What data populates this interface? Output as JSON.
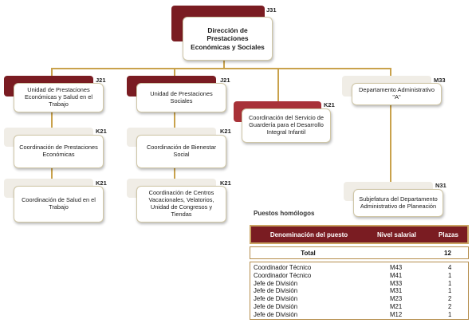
{
  "colors": {
    "tab": "#7a1c22",
    "tab_accent": "#a83238",
    "connector": "#c9a24c"
  },
  "nodes": {
    "direccion": {
      "label": "Dirección de Prestaciones Económicas y Sociales",
      "code": "J31"
    },
    "unidad_salud": {
      "label": "Unidad de Prestaciones Económicas y Salud en el Trabajo",
      "code": "J21"
    },
    "unidad_sociales": {
      "label": "Unidad de Prestaciones Sociales",
      "code": "J21"
    },
    "coord_guarderia": {
      "label": "Coordinación del Servicio de Guardería para el Desarrollo Integral Infantil",
      "code": "K21"
    },
    "depto_admin": {
      "label": "Departamento Administrativo \"A\"",
      "code": "M33"
    },
    "coord_economicas": {
      "label": "Coordinación de Prestaciones Económicas",
      "code": "K21"
    },
    "coord_bienestar": {
      "label": "Coordinación de Bienestar Social",
      "code": "K21"
    },
    "coord_salud": {
      "label": "Coordinación de Salud en el Trabajo",
      "code": "K21"
    },
    "coord_centros": {
      "label": "Coordinación de Centros Vacacionales, Velatorios, Unidad de Congresos y Tiendas",
      "code": "K21"
    },
    "subjefatura": {
      "label": "Subjefatura del Departamento Administrativo de Planeación",
      "code": "N31"
    }
  },
  "puestos": {
    "title": "Puestos homólogos",
    "headers": {
      "denominacion": "Denominación del puesto",
      "nivel": "Nivel salarial",
      "plazas": "Plazas"
    },
    "total_label": "Total",
    "total_value": "12",
    "rows": [
      {
        "denominacion": "Coordinador Técnico",
        "nivel": "M43",
        "plazas": "4"
      },
      {
        "denominacion": "Coordinador Técnico",
        "nivel": "M41",
        "plazas": "1"
      },
      {
        "denominacion": "Jefe de División",
        "nivel": "M33",
        "plazas": "1"
      },
      {
        "denominacion": "Jefe de División",
        "nivel": "M31",
        "plazas": "1"
      },
      {
        "denominacion": "Jefe de División",
        "nivel": "M23",
        "plazas": "2"
      },
      {
        "denominacion": "Jefe de División",
        "nivel": "M21",
        "plazas": "2"
      },
      {
        "denominacion": "Jefe de División",
        "nivel": "M12",
        "plazas": "1"
      }
    ]
  }
}
